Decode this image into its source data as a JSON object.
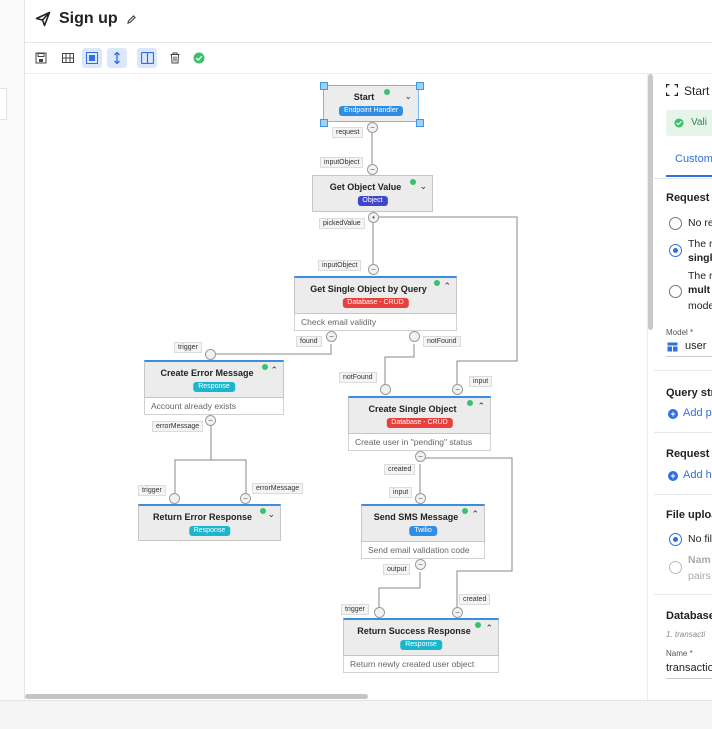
{
  "app": {
    "title": "Sign up"
  },
  "toolbar": {
    "buttons": [
      "save",
      "grid",
      "snap",
      "auto-layout",
      "split-view",
      "delete",
      "validate"
    ]
  },
  "nodes": {
    "start": {
      "title": "Start",
      "badge": "Endpoint Handler"
    },
    "get_object_value": {
      "title": "Get Object Value",
      "badge": "Object"
    },
    "get_single_object": {
      "title": "Get Single Object by Query",
      "badge": "Database - CRUD",
      "desc": "Check email validity"
    },
    "create_error_message": {
      "title": "Create Error Message",
      "badge": "Response",
      "desc": "Account already exists"
    },
    "create_single_object": {
      "title": "Create Single Object",
      "badge": "Database - CRUD",
      "desc": "Create user in \"pending\" status"
    },
    "return_error_response": {
      "title": "Return Error Response",
      "badge": "Response"
    },
    "send_sms_message": {
      "title": "Send SMS Message",
      "badge": "Twilio",
      "desc": "Send email validation code"
    },
    "return_success_response": {
      "title": "Return Success Response",
      "badge": "Response",
      "desc": "Return newly created user object"
    }
  },
  "ports": {
    "request": "request",
    "input_object_1": "inputObject",
    "picked_value": "pickedValue",
    "input_object_2": "inputObject",
    "found": "found",
    "not_found_1": "notFound",
    "trigger_1": "trigger",
    "not_found_2": "notFound",
    "input_1": "input",
    "error_message_1": "errorMessage",
    "created_1": "created",
    "trigger_2": "trigger",
    "error_message_2": "errorMessage",
    "input_2": "input",
    "output": "output",
    "created_2": "created",
    "trigger_3": "trigger"
  },
  "panel": {
    "node_title": "Start",
    "valid_text": "Vali",
    "tab": "Custom",
    "request_heading": "Request",
    "radio_no": "No re",
    "radio_single_1": "The r",
    "radio_single_2": "singl",
    "radio_multi_1": "The r",
    "radio_multi_2": "mult",
    "radio_multi_3": "mode",
    "model_label": "Model *",
    "model_value": "user",
    "query_heading": "Query str",
    "query_add": "Add p",
    "request2_heading": "Request",
    "request2_add": "Add h",
    "file_heading": "File uploa",
    "file_opt1": "No fil",
    "file_opt2a": "Nam",
    "file_opt2b": "pairs",
    "database_heading": "Database",
    "database_sub": "1. transacti",
    "name_label": "Name *",
    "name_value": "transactio"
  },
  "colors": {
    "accent": "#2f6fe0",
    "endpoint_badge": "#2d8ee4",
    "object_badge": "#3f46c9",
    "crud_badge": "#e8403d",
    "response_badge": "#1bb5cc",
    "twilio_badge": "#2f8ee6",
    "valid_green": "#38c26a"
  }
}
